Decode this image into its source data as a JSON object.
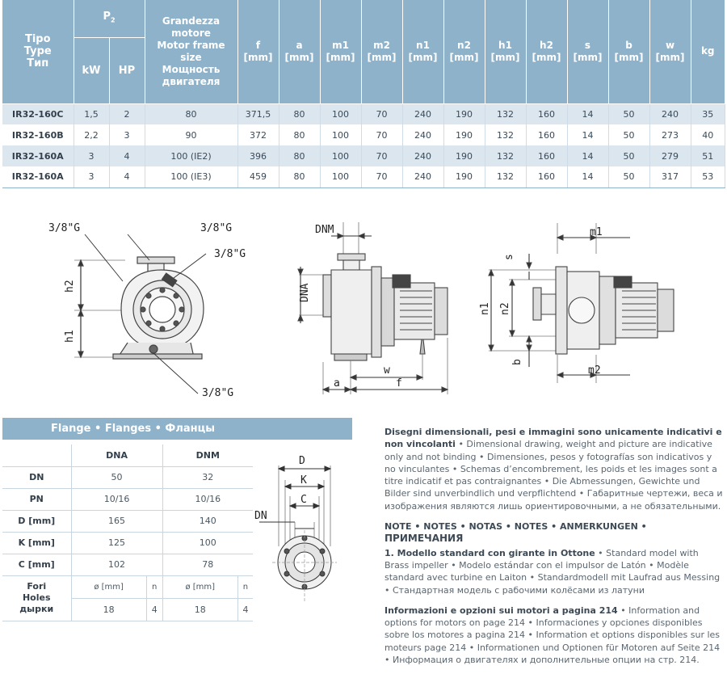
{
  "main_table": {
    "headers": {
      "tipo": [
        "Tipo",
        "Type",
        "Тип"
      ],
      "p2": "P",
      "p2_sub": "2",
      "kw": "kW",
      "hp": "HP",
      "frame": [
        "Grandezza",
        "motore",
        "Motor frame",
        "size",
        "Мощность",
        "двигателя"
      ],
      "dims": [
        {
          "name": "f",
          "unit": "[mm]"
        },
        {
          "name": "a",
          "unit": "[mm]"
        },
        {
          "name": "m1",
          "unit": "[mm]"
        },
        {
          "name": "m2",
          "unit": "[mm]"
        },
        {
          "name": "n1",
          "unit": "[mm]"
        },
        {
          "name": "n2",
          "unit": "[mm]"
        },
        {
          "name": "h1",
          "unit": "[mm]"
        },
        {
          "name": "h2",
          "unit": "[mm]"
        },
        {
          "name": "s",
          "unit": "[mm]"
        },
        {
          "name": "b",
          "unit": "[mm]"
        },
        {
          "name": "w",
          "unit": "[mm]"
        }
      ],
      "kg": "kg"
    },
    "rows": [
      [
        "IR32-160C",
        "1,5",
        "2",
        "80",
        "371,5",
        "80",
        "100",
        "70",
        "240",
        "190",
        "132",
        "160",
        "14",
        "50",
        "240",
        "35"
      ],
      [
        "IR32-160B",
        "2,2",
        "3",
        "90",
        "372",
        "80",
        "100",
        "70",
        "240",
        "190",
        "132",
        "160",
        "14",
        "50",
        "273",
        "40"
      ],
      [
        "IR32-160A",
        "3",
        "4",
        "100 (IE2)",
        "396",
        "80",
        "100",
        "70",
        "240",
        "190",
        "132",
        "160",
        "14",
        "50",
        "279",
        "51"
      ],
      [
        "IR32-160A",
        "3",
        "4",
        "100 (IE3)",
        "459",
        "80",
        "100",
        "70",
        "240",
        "190",
        "132",
        "160",
        "14",
        "50",
        "317",
        "53"
      ]
    ]
  },
  "drawings": {
    "front": {
      "g1": "3/8\"G",
      "g2": "3/8\"G",
      "g3": "3/8\"G",
      "g4": "3/8\"G",
      "h1": "h1",
      "h2": "h2"
    },
    "side": {
      "dnm": "DNM",
      "dna": "DNA",
      "a": "a",
      "f": "f",
      "w": "w"
    },
    "top": {
      "m1": "m1",
      "m2": "m2",
      "s": "s",
      "n1": "n1",
      "n2": "n2",
      "b": "b"
    },
    "flange": {
      "D": "D",
      "K": "K",
      "C": "C",
      "DN": "DN"
    }
  },
  "flange_table": {
    "title": "Flange • Flanges • Фланцы",
    "col_dna": "DNA",
    "col_dnm": "DNM",
    "rows": [
      {
        "label": "DN",
        "dna": "50",
        "dnm": "32"
      },
      {
        "label": "PN",
        "dna": "10/16",
        "dnm": "10/16"
      },
      {
        "label": "D [mm]",
        "dna": "165",
        "dnm": "140"
      },
      {
        "label": "K [mm]",
        "dna": "125",
        "dnm": "100"
      },
      {
        "label": "C [mm]",
        "dna": "102",
        "dnm": "78"
      }
    ],
    "holes_label": [
      "Fori",
      "Holes",
      "дырки"
    ],
    "holes_sub": {
      "dia": "ø [mm]",
      "n": "n"
    },
    "holes": {
      "dna_dia": "18",
      "dna_n": "4",
      "dnm_dia": "18",
      "dnm_n": "4"
    }
  },
  "notes": {
    "disclaimer_bold": "Disegni dimensionali, pesi e immagini sono unicamente indicativi e non vincolanti",
    "disclaimer_rest": " • Dimensional drawing, weight and picture are indicative only and not binding • Dimensiones, pesos y fotografías son indicativos y no vinculantes • Schemas d’encombrement, les poids et les images sont a titre indicatif et pas contraignantes • Die Abmessungen, Gewichte und Bilder sind unverbindlich und verpflichtend • Габаритные чертежи, веса и изображения являются лишь ориентировочными, а не обязательными.",
    "notes_heading": "NOTE • NOTES • NOTAS • NOTES • ANMERKUNGEN • ",
    "notes_heading_ru": "ПРИМЕЧАНИЯ",
    "note1_bold": "1.  Modello standard con girante in Ottone",
    "note1_rest": " • Standard model with Brass impeller • Modelo estándar con el impulsor de Latón • Modèle standard avec turbine en Laiton • Standardmodell mit Laufrad aus Messing • Стандартная модель с рабочими колёсами из латуни",
    "info_bold": "Informazioni e opzioni sui motori a pagina 214",
    "info_rest": " • Information and options for motors on page 214 • Informaciones y opciones disponibles sobre los motores a pagina 214 • Information et options disponibles sur les moteurs page 214 • Informationen und Optionen für Motoren auf Seite 214 • Информация о двигателях и дополнительные опции на стр. 214."
  }
}
